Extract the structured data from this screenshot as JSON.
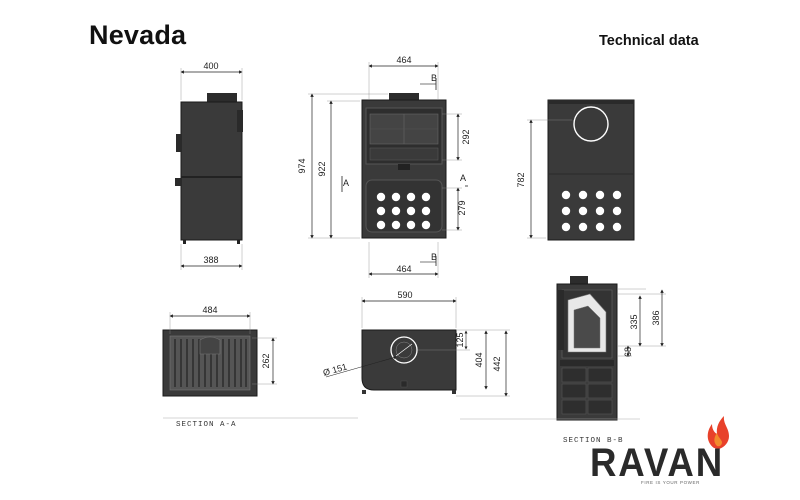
{
  "header": {
    "title": "Nevada",
    "subtitle": "Technical data"
  },
  "dimensions": {
    "side_depth_top": "400",
    "side_depth_bottom": "388",
    "front_width_top": "464",
    "front_width_bottom": "464",
    "front_height_total": "974",
    "front_height_body": "922",
    "front_door_height": "292",
    "front_store_height": "279",
    "rear_height": "782",
    "section_a_width": "484",
    "section_a_depth": "262",
    "top_width": "590",
    "top_flue_diameter": "Ø 151",
    "top_flue_offset": "125",
    "top_depth": "404",
    "top_depth_total": "442",
    "section_b_h1": "335",
    "section_b_h2": "386",
    "section_b_h3": "68"
  },
  "markers": {
    "a": "A",
    "b": "B"
  },
  "sections": {
    "section_a": "SECTION A-A",
    "section_b": "SECTION B-B"
  },
  "logo": {
    "name": "RAVAN",
    "tagline": "FIRE IS YOUR POWER"
  },
  "colors": {
    "stove_body": "#3a3a3a",
    "stove_panel": "#4a4a4a",
    "line": "#222222",
    "flame_red": "#e8412a",
    "flame_orange": "#f28b2c"
  }
}
